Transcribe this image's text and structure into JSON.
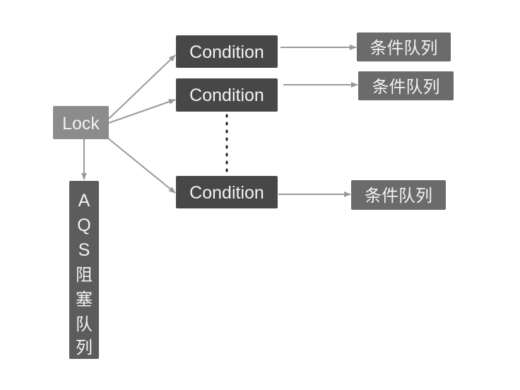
{
  "lock": {
    "label": "Lock"
  },
  "conditions": [
    {
      "label": "Condition",
      "queue": "条件队列"
    },
    {
      "label": "Condition",
      "queue": "条件队列"
    },
    {
      "label": "Condition",
      "queue": "条件队列"
    }
  ],
  "aqs": {
    "chars": [
      "A",
      "Q",
      "S",
      "阻",
      "塞",
      "队",
      "列"
    ]
  },
  "colors": {
    "lock": "#8c8c8c",
    "condition": "#474747",
    "queue": "#6b6b6b",
    "aqs": "#5c5c5c",
    "arrow": "#9a9a9a"
  }
}
